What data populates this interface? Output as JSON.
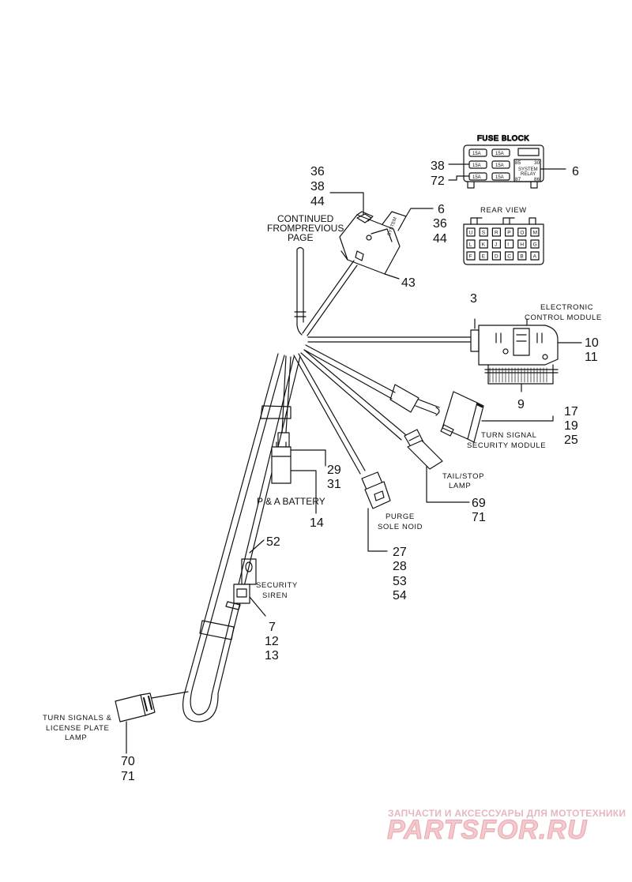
{
  "labels": {
    "fuse_block": "FUSE BLOCK",
    "rear_view": "REAR VIEW",
    "continued_1": "CONTINUED",
    "continued_2": "FROMPREVIOUS",
    "continued_3": "PAGE",
    "ecm_1": "ELECTRONIC",
    "ecm_2": "CONTROL MODULE",
    "tsm_1": "TURN SIGNAL",
    "tsm_2": "SECURITY MODULE",
    "tail_1": "TAIL/STOP",
    "tail_2": "LAMP",
    "battery": "P & A BATTERY",
    "purge_1": "PURGE",
    "purge_2": "SOLE NOID",
    "siren_1": "SECURITY",
    "siren_2": "SIREN",
    "turn_1": "TURN  SIGNALS &",
    "turn_2": "LICENSE PLATE",
    "turn_3": "LAMP",
    "system": "SYSTEM",
    "relay": "RELAY",
    "fuse_rating": "15A",
    "relay_pin_a": "85",
    "relay_pin_b": "30",
    "relay_pin_c": "87",
    "relay_pin_d": "86"
  },
  "rear_view_pins": {
    "row1": [
      "U",
      "S",
      "R",
      "P",
      "O",
      "M"
    ],
    "row2": [
      "L",
      "K",
      "J",
      "I",
      "H",
      "G"
    ],
    "row3": [
      "F",
      "E",
      "D",
      "C",
      "B",
      "A"
    ]
  },
  "callouts": {
    "fb_38": "38",
    "fb_72": "72",
    "fb_6": "6",
    "c_36a": "36",
    "c_38a": "38",
    "c_44a": "44",
    "c_6b": "6",
    "c_36b": "36",
    "c_44b": "44",
    "c_43": "43",
    "c_3": "3",
    "c_10": "10",
    "c_11": "11",
    "c_9": "9",
    "c_17": "17",
    "c_19": "19",
    "c_25": "25",
    "c_29": "29",
    "c_31": "31",
    "c_14": "14",
    "c_69": "69",
    "c_71a": "71",
    "c_52": "52",
    "c_27": "27",
    "c_28": "28",
    "c_53": "53",
    "c_54": "54",
    "c_7": "7",
    "c_12": "12",
    "c_13": "13",
    "c_70": "70",
    "c_71b": "71"
  },
  "watermark": {
    "top": "ЗАПЧАСТИ И АКСЕССУАРЫ ДЛЯ МОТОТЕХНИКИ",
    "brand": "PARTSFOR.RU"
  },
  "colors": {
    "line": "#111111",
    "watermark": "#e9a7ae"
  }
}
